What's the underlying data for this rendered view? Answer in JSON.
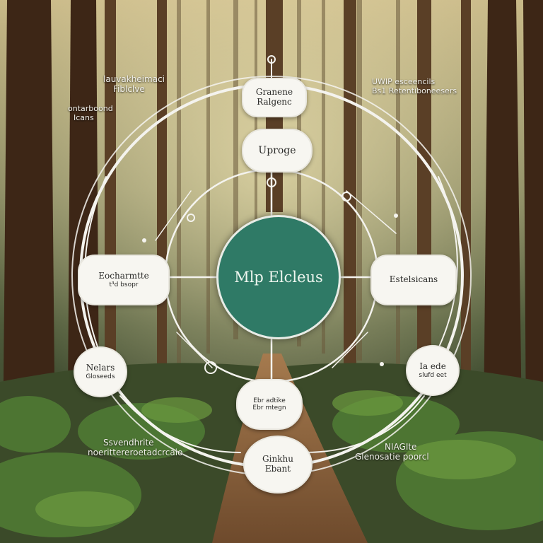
{
  "colors": {
    "hub_fill": "#2f7a66",
    "node_fill": "#f7f6f1",
    "line": "#f4f3ee"
  },
  "hub": {
    "label": "Mlp Elcleus"
  },
  "nodes": {
    "top": {
      "line1": "Granene",
      "line2": "Ralgenc"
    },
    "upper": {
      "line1": "Uproge"
    },
    "left": {
      "line1": "Eocharmtte",
      "line2": "t³d bsopr"
    },
    "right": {
      "line1": "Estelsicans"
    },
    "lower_left": {
      "line1": "Nelars",
      "line2": "Gloseeds"
    },
    "lower_right": {
      "line1": "Ia ede",
      "line2": "slufd eet"
    },
    "bottom_mid": {
      "line1": "Ebr adtike",
      "line2": "Ebr mtegn"
    },
    "bottom": {
      "line1": "Ginkhu",
      "line2": "Ebant"
    }
  },
  "annotations": {
    "top_left": {
      "line1": "lauvakheimaci",
      "line2": "Fiblclve"
    },
    "upper_left": {
      "line1": "ontarboond",
      "line2": "Icans"
    },
    "top_right": {
      "line1": "UWIP esceencils",
      "line2": "Bs1 Retentiboneesers"
    },
    "bottom_left": {
      "line1": "Ssvendhrite",
      "line2": "noerittereroetadcrcaio"
    },
    "bottom_right": {
      "line1": "NIAGIte",
      "line2": "Glenosatie poorcl"
    }
  }
}
